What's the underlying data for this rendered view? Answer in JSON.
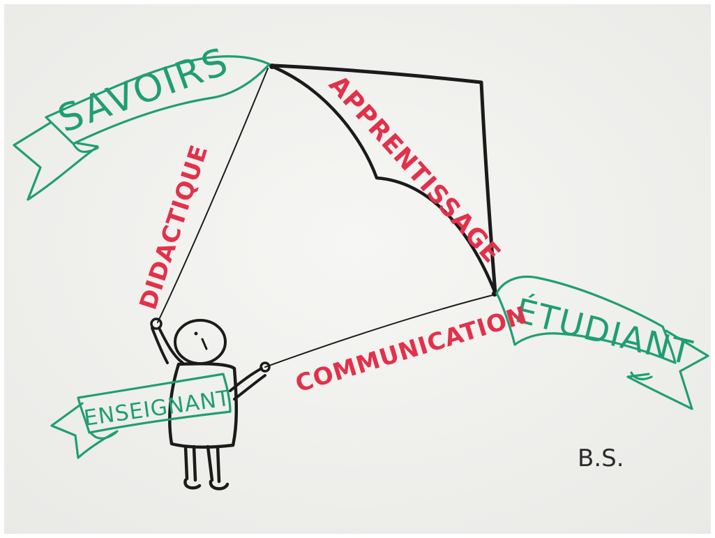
{
  "banners": {
    "savoirs": "SAVOIRS",
    "etudiant": "ÉTUDIANT",
    "enseignant": "ENSEIGNANT"
  },
  "relations": {
    "apprentissage": "APPRENTISSAGE",
    "didactique": "DIDACTIQUE",
    "communication": "COMMUNICATION"
  },
  "signature": "B.S.",
  "colors": {
    "board": "#f3f3f1",
    "banner_ink": "#1f9e74",
    "relation_ink": "#e2314a",
    "line_ink": "#1b1b1b"
  }
}
